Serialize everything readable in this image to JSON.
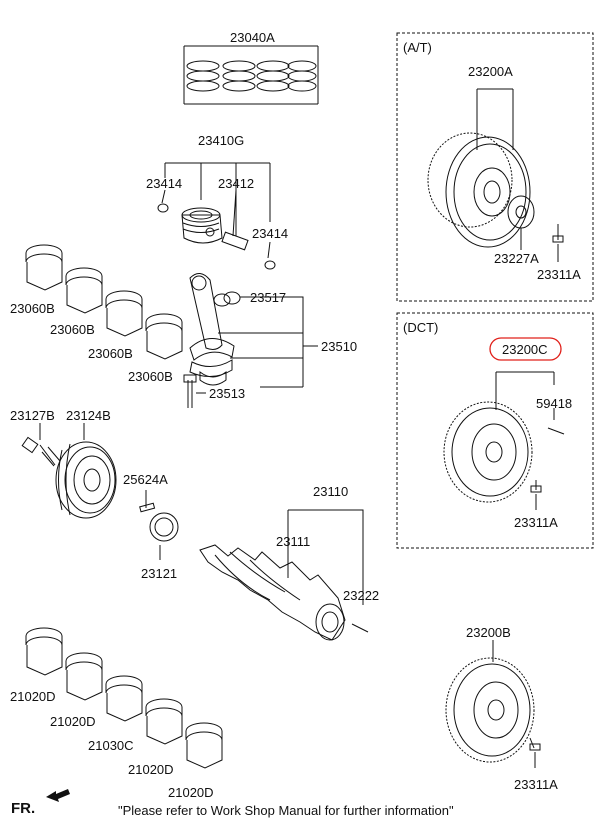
{
  "sections": {
    "at": "(A/T)",
    "dct": "(DCT)"
  },
  "labels": {
    "p23040A": "23040A",
    "p23410G": "23410G",
    "p23414a": "23414",
    "p23412": "23412",
    "p23414b": "23414",
    "p23060B_1": "23060B",
    "p23060B_2": "23060B",
    "p23060B_3": "23060B",
    "p23060B_4": "23060B",
    "p23517": "23517",
    "p23510": "23510",
    "p23513": "23513",
    "p23127B": "23127B",
    "p23124B": "23124B",
    "p25624A": "25624A",
    "p23121": "23121",
    "p23110": "23110",
    "p23111": "23111",
    "p23222": "23222",
    "p21020D_1": "21020D",
    "p21020D_2": "21020D",
    "p21030C": "21030C",
    "p21020D_3": "21020D",
    "p21020D_4": "21020D",
    "p23200A": "23200A",
    "p23227A": "23227A",
    "p23311A_1": "23311A",
    "p23200C": "23200C",
    "p59418": "59418",
    "p23311A_2": "23311A",
    "p23200B": "23200B",
    "p23311A_3": "23311A"
  },
  "footer": {
    "fr": "FR.",
    "note": "\"Please refer to Work Shop Manual for further information\""
  },
  "colors": {
    "highlight": "#e0201a",
    "line": "#111111"
  }
}
